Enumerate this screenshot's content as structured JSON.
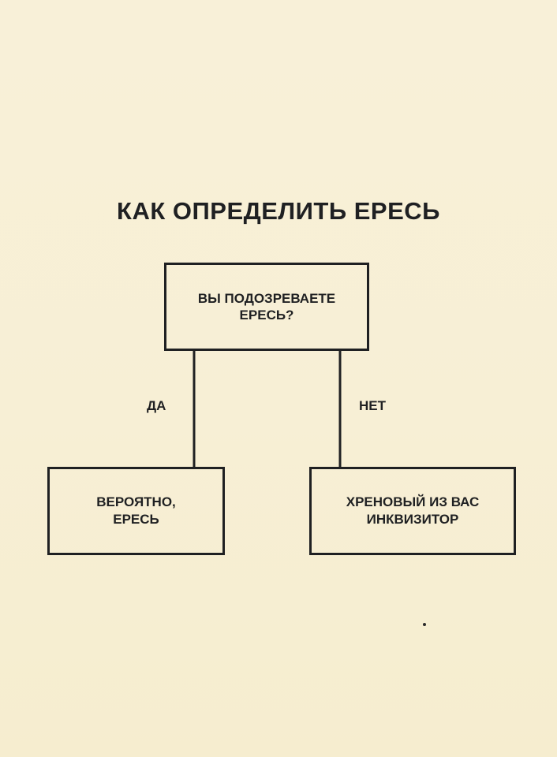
{
  "title": "КАК ОПРЕДЕЛИТЬ ЕРЕСЬ",
  "question": {
    "line1": "ВЫ ПОДОЗРЕВАЕТЕ",
    "line2": "ЕРЕСЬ?"
  },
  "branches": {
    "yes_label": "ДА",
    "no_label": "НЕТ"
  },
  "outcomes": {
    "yes": {
      "line1": "ВЕРОЯТНО,",
      "line2": "ЕРЕСЬ"
    },
    "no": {
      "line1": "ХРЕНОВЫЙ ИЗ ВАС",
      "line2": "ИНКВИЗИТОР"
    }
  },
  "colors": {
    "background": "#f7efd6",
    "ink": "#1f2022"
  }
}
